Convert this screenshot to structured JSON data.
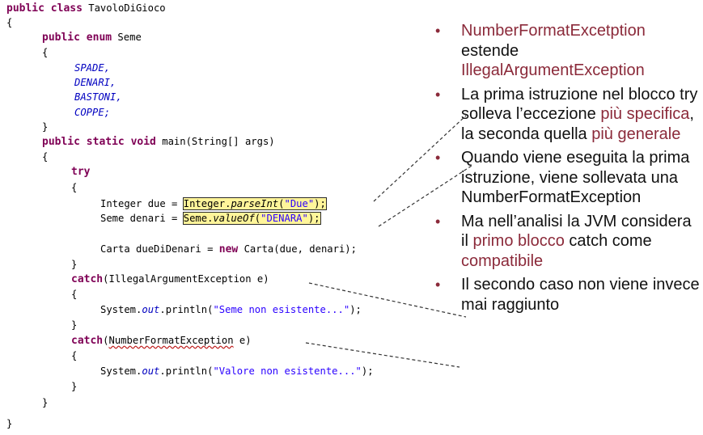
{
  "code": {
    "l1": [
      "public class",
      " TavoloDiGioco"
    ],
    "brace_open": "{",
    "brace_close": "}",
    "enum_decl": [
      "public enum",
      " Seme"
    ],
    "enum_values": [
      "SPADE",
      "DENARI",
      "BASTONI",
      "COPPE"
    ],
    "enum_seps": [
      ",",
      ",",
      ",",
      ";"
    ],
    "main_decl": [
      "public static void",
      " main(String[] args)"
    ],
    "try_kw": "try",
    "due_prefix": "Integer due = ",
    "due_hl": [
      "Integer.",
      "parseInt",
      "(",
      "\"Due\"",
      ");"
    ],
    "denari_prefix": "Seme denari = ",
    "denari_hl": [
      "Seme.",
      "valueOf",
      "(",
      "\"DENARA\"",
      ");"
    ],
    "carta": [
      "Carta dueDiDenari = ",
      "new",
      " Carta(due, denari);"
    ],
    "catch1": [
      "catch",
      "(IllegalArgumentException e)"
    ],
    "println1": [
      "System.",
      "out",
      ".println(",
      "\"Seme non esistente...\"",
      ");"
    ],
    "catch2": [
      "catch",
      "(",
      "NumberFormatException",
      " e)"
    ],
    "println2": [
      "System.",
      "out",
      ".println(",
      "\"Valore non esistente...\"",
      ");"
    ]
  },
  "bullets": [
    {
      "parts": [
        {
          "t": "NumberFormatExcetption",
          "c": "red"
        },
        {
          "t": "\nestende\n",
          "c": ""
        },
        {
          "t": "IllegalArgumentException",
          "c": "red"
        }
      ]
    },
    {
      "parts": [
        {
          "t": "La prima istruzione nel blocco try solleva l’eccezione ",
          "c": ""
        },
        {
          "t": "più specifica",
          "c": "red"
        },
        {
          "t": ", la seconda quella ",
          "c": ""
        },
        {
          "t": "più generale",
          "c": "red"
        }
      ]
    },
    {
      "parts": [
        {
          "t": "Quando viene eseguita la prima istruzione, viene sollevata una NumberFormatException",
          "c": ""
        }
      ]
    },
    {
      "parts": [
        {
          "t": "Ma nell’analisi la JVM considera il ",
          "c": ""
        },
        {
          "t": "primo blocco",
          "c": "red"
        },
        {
          "t": " catch come ",
          "c": ""
        },
        {
          "t": "compatibile",
          "c": "red"
        }
      ]
    },
    {
      "parts": [
        {
          "t": "Il secondo caso non viene invece mai raggiunto",
          "c": ""
        }
      ]
    }
  ],
  "bullet_symbol": "•",
  "colors": {
    "keyword": "#7f0055",
    "enum": "#0000c0",
    "string": "#2a00ff",
    "accent": "#8b2a3a",
    "highlight": "#fff59a"
  }
}
